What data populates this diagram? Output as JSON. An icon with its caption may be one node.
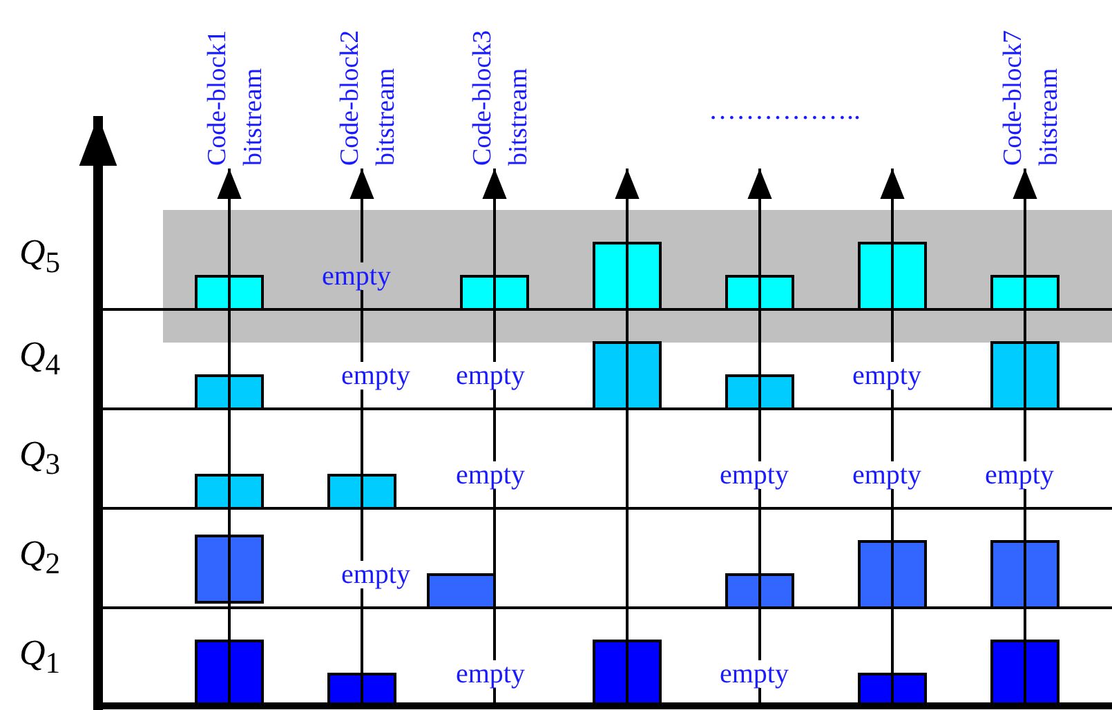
{
  "diagram": {
    "nodes": [
      {
        "text": [
          "Code-block1 bitstream"
        ]
      },
      {
        "text": [
          "Code-block2 bitstream"
        ]
      },
      {
        "text": [
          "Code-block3 bitstream"
        ]
      },
      {
        "text": [
          "Code-block7 bitstream"
        ]
      }
    ],
    "edges": [
      {
        "from": null,
        "to": 0,
        "arrow": "to"
      },
      {
        "from": null,
        "to": 1,
        "arrow": "to"
      },
      {
        "from": null,
        "to": 2,
        "arrow": "to"
      },
      {
        "from": null,
        "to": 3,
        "arrow": "to"
      }
    ],
    "labels": [
      "……………..",
      "*Q*$_{5}$",
      "empty",
      "*Q*$_{4}$",
      "empty",
      "empty",
      "empty",
      "*Q*$_{3}$",
      "empty",
      "empty",
      "empty",
      "empty",
      "*Q*$_{2}$",
      "empty",
      "*Q*$_{1}$",
      "empty",
      "empty"
    ]
  }
}
